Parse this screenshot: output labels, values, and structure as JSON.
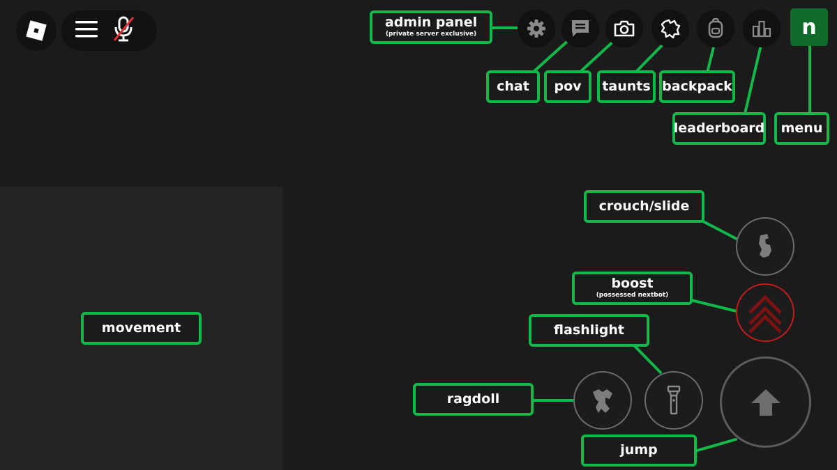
{
  "top_left": {
    "roblox_icon": "roblox-logo-icon",
    "menu_icon": "hamburger-icon",
    "mic_icon": "mic-muted-icon"
  },
  "top_right": {
    "buttons": [
      {
        "name": "settings",
        "icon": "gear-icon"
      },
      {
        "name": "chat",
        "icon": "chat-icon"
      },
      {
        "name": "pov",
        "icon": "camera-icon"
      },
      {
        "name": "taunts",
        "icon": "puzzle-icon"
      },
      {
        "name": "backpack",
        "icon": "backpack-icon"
      },
      {
        "name": "leaderboard",
        "icon": "bar-chart-icon"
      }
    ],
    "menu_button_text": "n"
  },
  "labels": {
    "admin_panel": "admin panel",
    "admin_panel_note": "(private server exclusive)",
    "chat": "chat",
    "pov": "pov",
    "taunts": "taunts",
    "backpack": "backpack",
    "leaderboard": "leaderboard",
    "menu": "menu",
    "crouch_slide": "crouch/slide",
    "boost": "boost",
    "boost_note": "(possessed nextbot)",
    "flashlight": "flashlight",
    "ragdoll": "ragdoll",
    "movement": "movement",
    "jump": "jump"
  },
  "action_buttons": {
    "crouch_icon": "crouch-icon",
    "boost_icon": "double-chevron-up-icon",
    "flashlight_icon": "flashlight-icon",
    "ragdoll_icon": "ragdoll-icon",
    "jump_icon": "up-arrow-icon"
  },
  "colors": {
    "background": "#1b1b1b",
    "movement_zone": "#232323",
    "label_border": "#11b84a",
    "menu_button": "#0e6b2c",
    "boost_ring": "#c41b1b",
    "mute_slash": "#e03030"
  }
}
